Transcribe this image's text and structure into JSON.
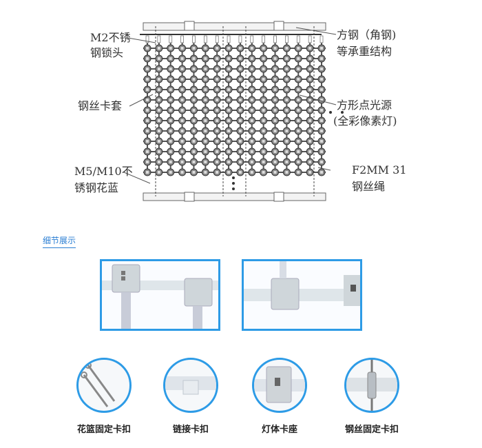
{
  "diagram": {
    "grid": {
      "columns": 16,
      "rows": 13
    },
    "labels": {
      "m2_lock": [
        "M2不锈",
        "钢锁头"
      ],
      "wire_sleeve": "钢丝卡套",
      "turnbuckle": [
        "M5/M10不",
        "锈钢花蓝"
      ],
      "square_steel": [
        "方钢（角钢)",
        "等承重结构"
      ],
      "pixel_light": [
        "方形点光源",
        "(全彩像素灯)"
      ],
      "wire_rope": [
        "F2MM 31",
        "钢丝绳"
      ]
    }
  },
  "details": {
    "section_title": "细节展示",
    "accent_color": "#2d9be6",
    "photos": [
      {
        "alt": "pixel-module-connection-photo"
      },
      {
        "alt": "pixel-module-side-photo"
      }
    ],
    "items": [
      {
        "label": "花篮固定卡扣"
      },
      {
        "label": "链接卡扣"
      },
      {
        "label": "灯体卡座"
      },
      {
        "label": "钢丝固定卡扣"
      }
    ]
  }
}
